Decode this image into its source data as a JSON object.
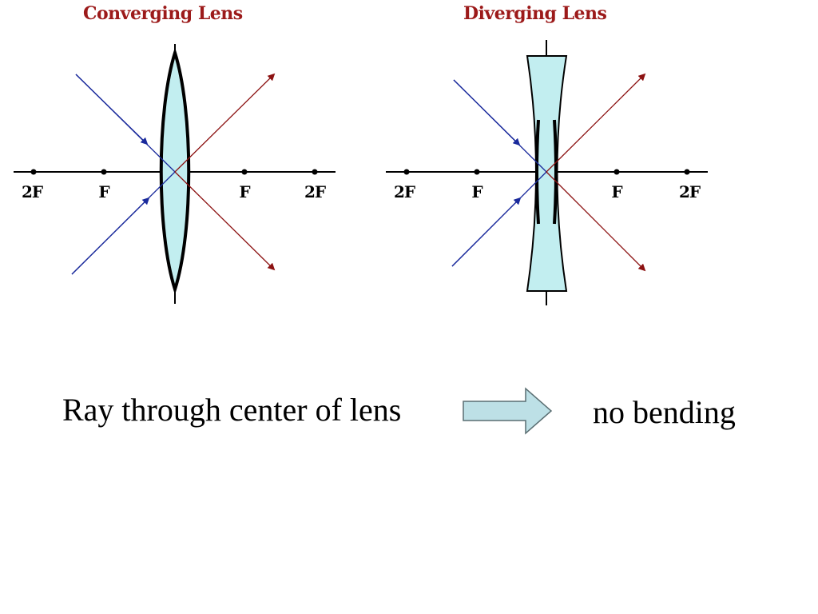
{
  "converging": {
    "title": "Converging Lens",
    "labels": [
      "2F",
      "F",
      "F",
      "2F"
    ]
  },
  "diverging": {
    "title": "Diverging Lens",
    "labels": [
      "2F",
      "F",
      "F",
      "2F"
    ]
  },
  "caption": {
    "rule": "Ray through center of lens",
    "result": "no bending"
  },
  "colors": {
    "title": "#9c1a1a",
    "incoming_ray": "#1a2a9c",
    "outgoing_ray": "#8c1212",
    "lens_fill": "#c2eef0",
    "arrow_fill": "#bde0e6",
    "arrow_stroke": "#5a6e72"
  }
}
